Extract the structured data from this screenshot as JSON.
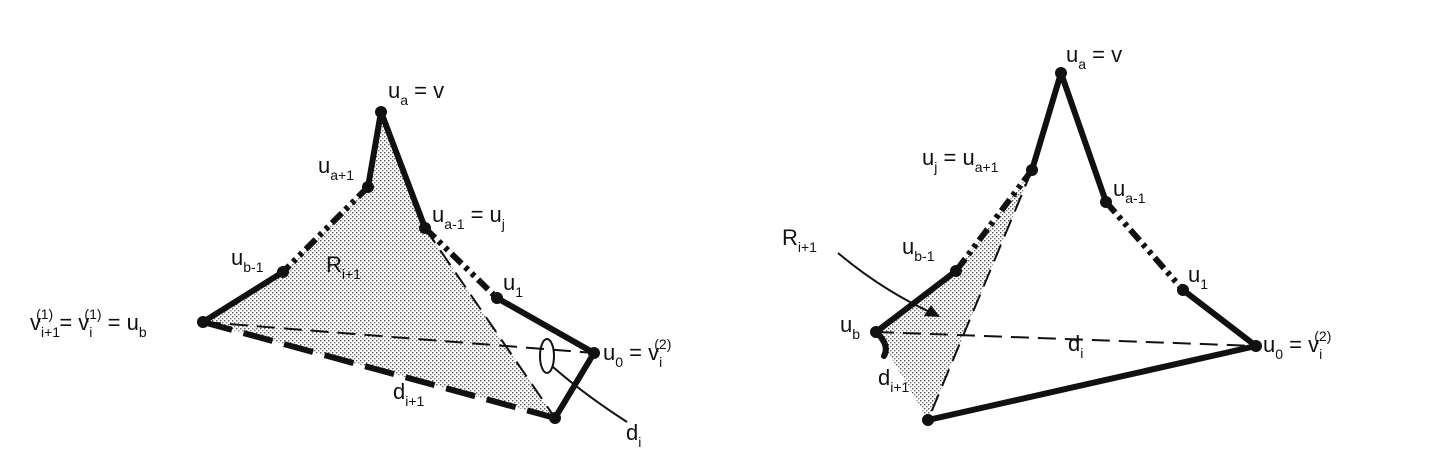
{
  "figure": {
    "left": {
      "labels": {
        "top": "u_a = v",
        "ua1": "u_{a+1}",
        "uj": "u_{a-1} = u_j",
        "ub1": "u_{b-1}",
        "region": "R_{i+1}",
        "u1": "u_1",
        "ub_left": "v_{i+1}^{(1)} = v_i^{(1)} = u_b",
        "u0": "u_0 = v_i^{(2)}",
        "di1": "d_{i+1}",
        "di": "d_i"
      }
    },
    "right": {
      "labels": {
        "top": "u_a = v",
        "uj": "u_j = u_{a+1}",
        "ua1": "u_{a-1}",
        "region": "R_{i+1}",
        "ub1": "u_{b-1}",
        "u1": "u_1",
        "ub": "u_b",
        "di": "d_i",
        "u0": "u_0 = v_i^{(2)}",
        "di1": "d_{i+1}"
      }
    }
  }
}
